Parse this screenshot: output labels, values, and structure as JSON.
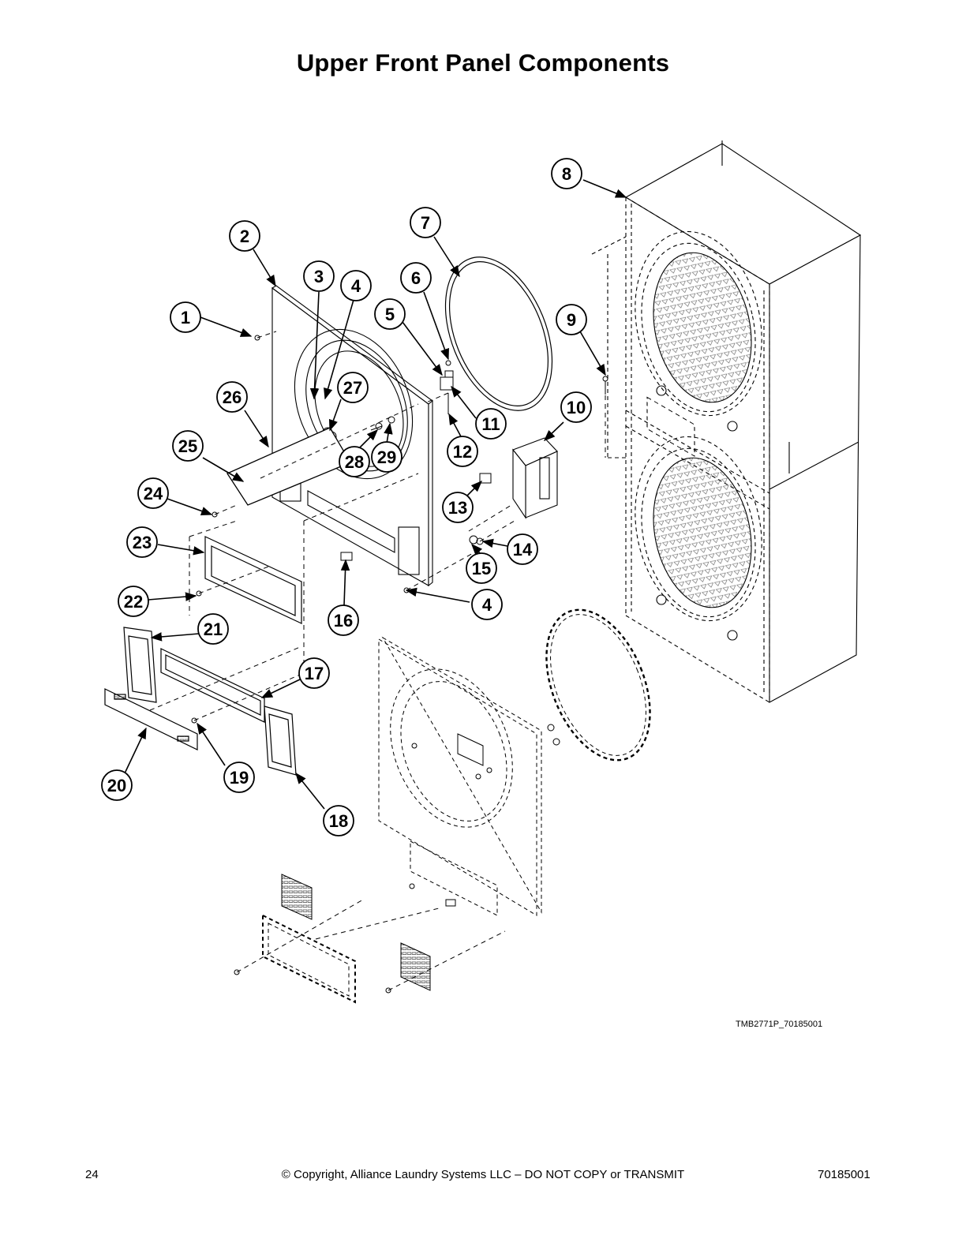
{
  "page": {
    "title": "Upper Front Panel Components",
    "drawing_id": "TMB2771P_70185001",
    "page_number": "24",
    "copyright": "© Copyright, Alliance Laundry Systems LLC – DO NOT COPY or TRANSMIT",
    "doc_number": "70185001"
  },
  "callouts": [
    "1",
    "2",
    "3",
    "4",
    "5",
    "6",
    "7",
    "8",
    "9",
    "10",
    "11",
    "12",
    "13",
    "14",
    "15",
    "16",
    "17",
    "18",
    "19",
    "20",
    "21",
    "22",
    "23",
    "24",
    "25",
    "26",
    "27",
    "28",
    "29",
    "4"
  ]
}
